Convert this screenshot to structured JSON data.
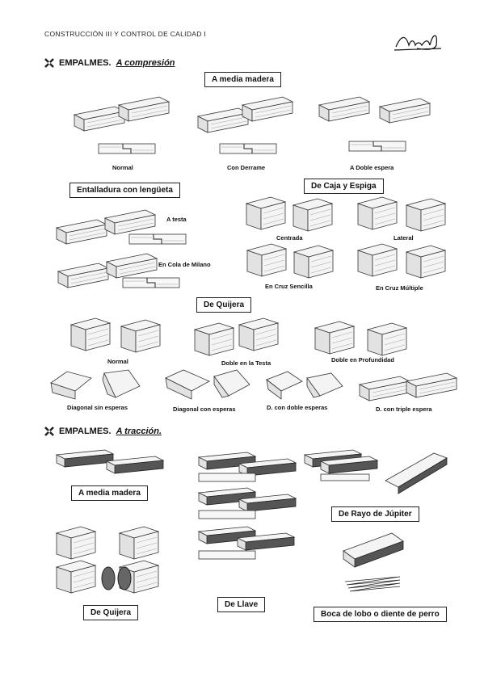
{
  "header": {
    "title": "CONSTRUCCIÓN III Y CONTROL DE CALIDAD I"
  },
  "icons": {
    "section": "cross-marker-icon",
    "signature": "signature-icon"
  },
  "section1": {
    "title": "EMPALMES.",
    "subtitle": "A compresión",
    "media_madera": {
      "box": "A media madera",
      "labels": [
        "Normal",
        "Con Derrame",
        "A Doble espera"
      ]
    },
    "entalladura": {
      "box": "Entalladura con lengüeta",
      "labels": [
        "A testa",
        "En Cola de Milano"
      ]
    },
    "caja_espiga": {
      "box": "De Caja y Espiga",
      "labels": [
        "Centrada",
        "Lateral",
        "En Cruz Sencilla",
        "En Cruz Múltiple"
      ]
    },
    "quijera": {
      "box": "De Quijera",
      "labels": [
        "Normal",
        "Doble en la Testa",
        "Doble en Profundidad",
        "Diagonal sin esperas",
        "Diagonal con esperas",
        "D. con doble esperas",
        "D. con triple espera"
      ]
    }
  },
  "section2": {
    "title": "EMPALMES.",
    "subtitle": "A tracción.",
    "boxes": [
      "A media madera",
      "De Rayo de Júpiter",
      "De Quijera",
      "De Llave",
      "Boca de lobo o diente de perro"
    ]
  }
}
